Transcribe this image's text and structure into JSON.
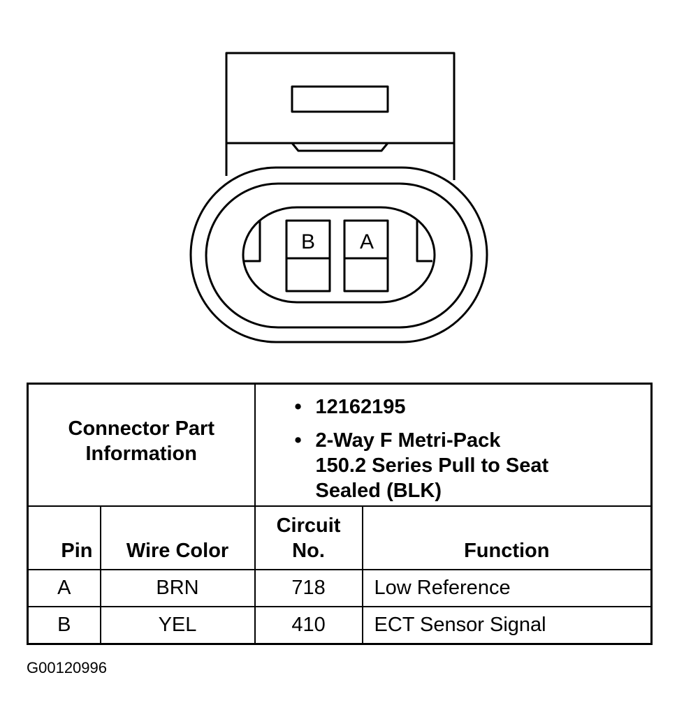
{
  "diagram": {
    "pin_b_label": "B",
    "pin_a_label": "A"
  },
  "table": {
    "part_label_line1": "Connector Part",
    "part_label_line2": "Information",
    "part_info": {
      "part_number": "12162195",
      "description_lines": [
        "2-Way F Metri-Pack",
        "150.2 Series Pull to Seat",
        "Sealed (BLK)"
      ]
    },
    "headers": {
      "pin": "Pin",
      "wire_color": "Wire Color",
      "circuit_line1": "Circuit",
      "circuit_line2": "No.",
      "function": "Function"
    },
    "rows": [
      {
        "pin": "A",
        "wire_color": "BRN",
        "circuit": "718",
        "function": "Low Reference"
      },
      {
        "pin": "B",
        "wire_color": "YEL",
        "circuit": "410",
        "function": "ECT Sensor Signal"
      }
    ]
  },
  "figure_id": "G00120996"
}
